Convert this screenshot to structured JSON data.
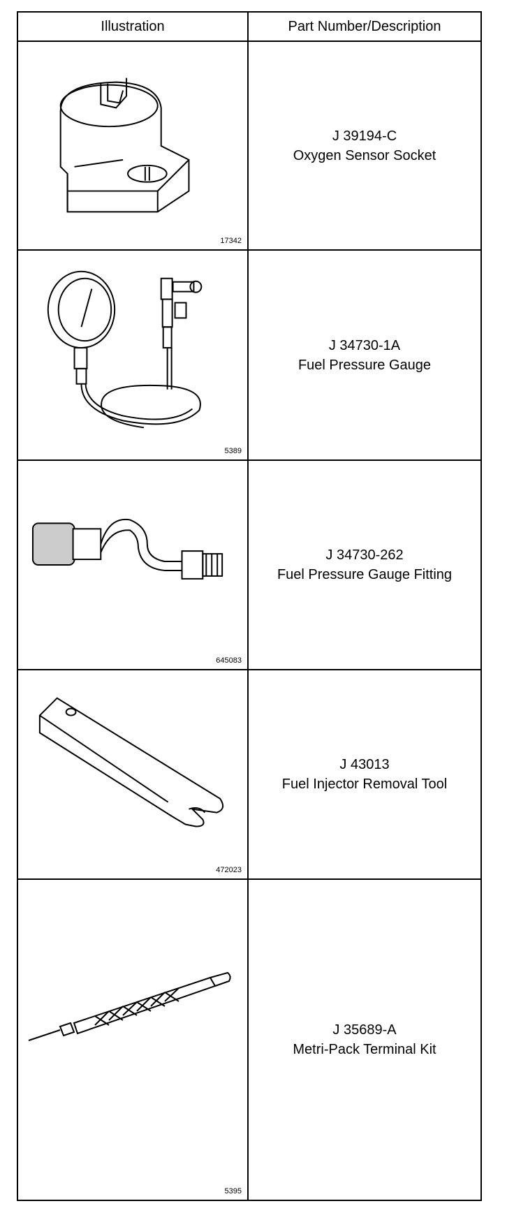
{
  "header": {
    "illustration": "Illustration",
    "part": "Part Number/Description"
  },
  "tools": [
    {
      "part_number": "J 39194-C",
      "description": "Oxygen Sensor Socket",
      "figure": "17342",
      "icon": "oxygen-sensor-socket-icon"
    },
    {
      "part_number": "J 34730-1A",
      "description": "Fuel Pressure Gauge",
      "figure": "5389",
      "icon": "fuel-pressure-gauge-icon"
    },
    {
      "part_number": "J 34730-262",
      "description": "Fuel Pressure Gauge Fitting",
      "figure": "645083",
      "icon": "gauge-fitting-icon"
    },
    {
      "part_number": "J 43013",
      "description": "Fuel Injector Removal Tool",
      "figure": "472023",
      "icon": "injector-removal-tool-icon"
    },
    {
      "part_number": "J 35689-A",
      "description": "Metri-Pack Terminal Kit",
      "figure": "5395",
      "icon": "terminal-kit-icon"
    }
  ]
}
